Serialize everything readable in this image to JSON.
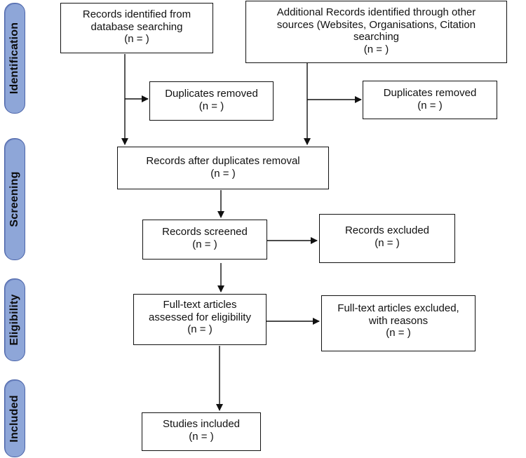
{
  "stages": {
    "identification": "Identification",
    "screening": "Screening",
    "eligibility": "Eligibility",
    "included": "Included"
  },
  "boxes": {
    "records_database": {
      "line1": "Records identified from",
      "line2": "database searching",
      "count": "(n = )"
    },
    "records_other": {
      "line1": "Additional Records identified through other",
      "line2": "sources (Websites, Organisations, Citation",
      "line3": "searching",
      "count": "(n = )"
    },
    "duplicates_left": {
      "line1": "Duplicates removed",
      "count": "(n = )"
    },
    "duplicates_right": {
      "line1": "Duplicates removed",
      "count": "(n = )"
    },
    "after_duplicates": {
      "line1": "Records after duplicates removal",
      "count": "(n = )"
    },
    "screened": {
      "line1": "Records screened",
      "count": "(n = )"
    },
    "excluded": {
      "line1": "Records excluded",
      "count": "(n = )"
    },
    "fulltext_assessed": {
      "line1": "Full-text articles",
      "line2": "assessed for eligibility",
      "count": "(n = )"
    },
    "fulltext_excluded": {
      "line1": "Full-text articles excluded,",
      "line2": "with reasons",
      "count": "(n = )"
    },
    "included": {
      "line1": "Studies included",
      "count": "(n = )"
    }
  },
  "colors": {
    "stage_fill": "#8ea6d8",
    "stage_border": "#4a63a8",
    "line": "#111111"
  }
}
